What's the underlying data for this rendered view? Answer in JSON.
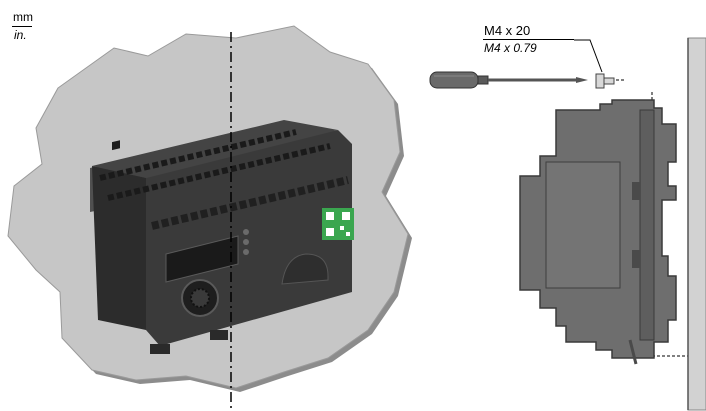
{
  "units": {
    "metric": "mm",
    "imperial": "in."
  },
  "screw": {
    "metric": "M4 x 20",
    "imperial": "M4 x 0.79"
  },
  "colors": {
    "wall": "#c6c6c6",
    "wall_shadow": "#8c8c8c",
    "device_dark": "#3a3a3a",
    "device_mid": "#505050",
    "qr_green": "#3aa64f",
    "profile_gray": "#6e6e6e",
    "rail": "#d2d2d2"
  },
  "icons": [
    "screwdriver-icon",
    "screw-icon",
    "qr-code-icon",
    "navigation-dial-icon"
  ]
}
